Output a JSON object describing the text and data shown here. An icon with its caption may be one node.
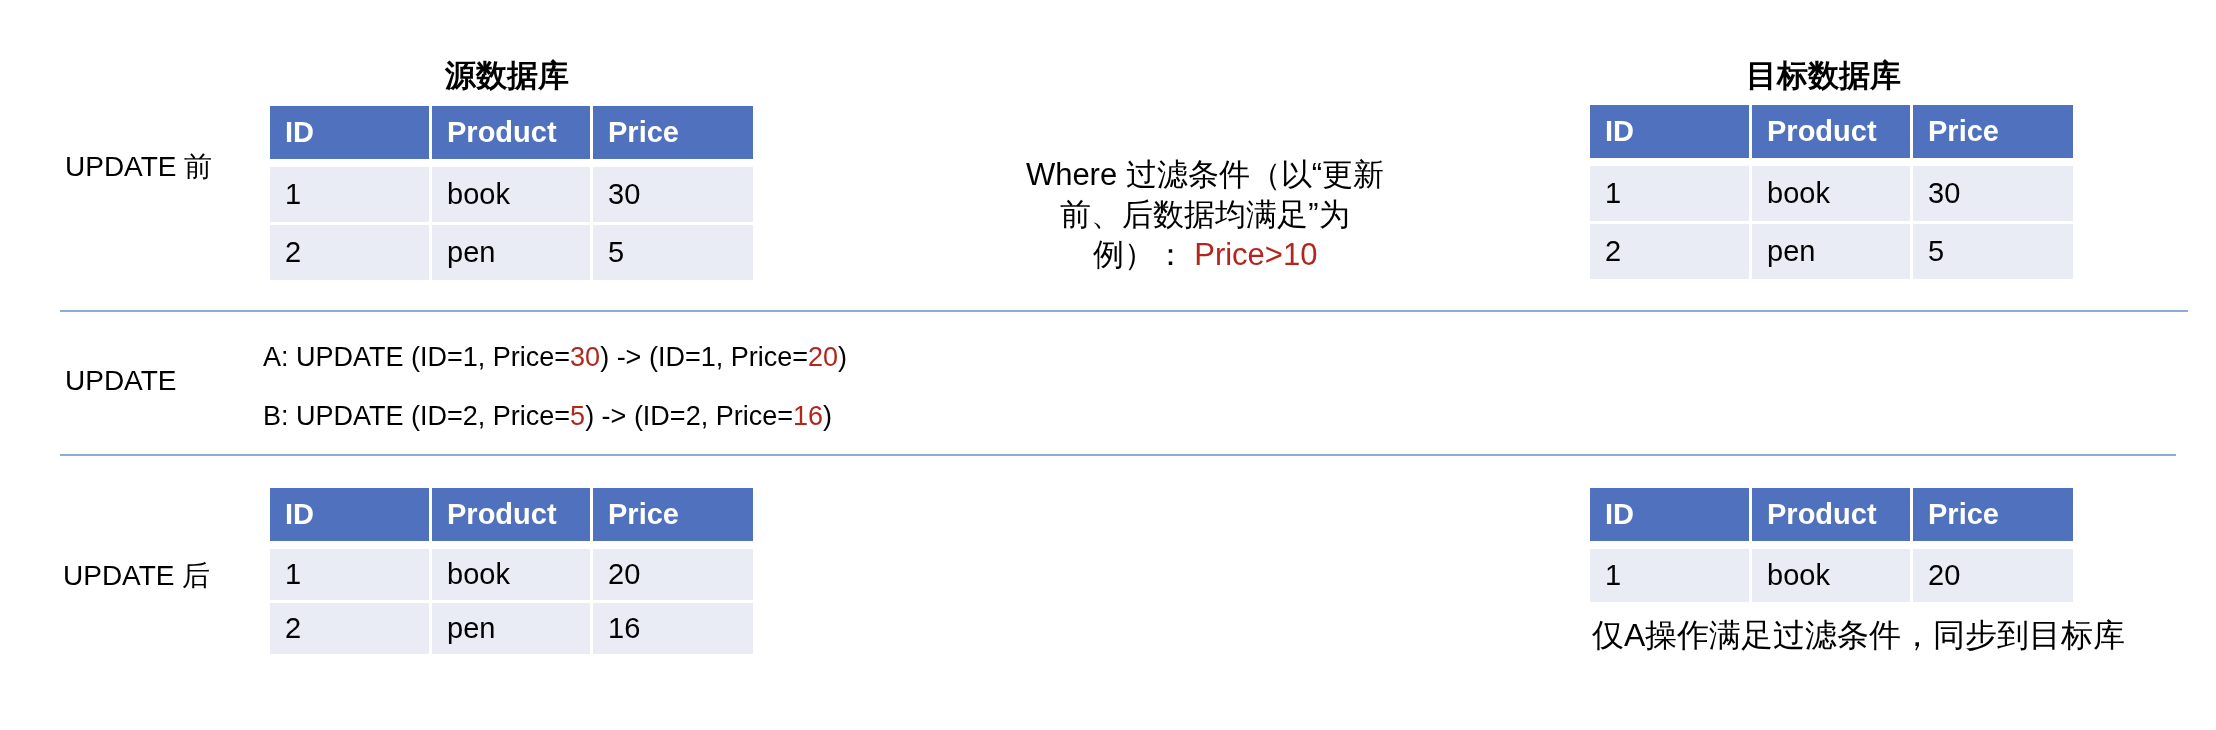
{
  "diagram": {
    "labels": [
      "源数据库",
      "目标数据库",
      "UPDATE 前",
      "ID",
      "Product",
      "Price",
      "1",
      "book",
      "30",
      "2",
      "pen",
      "5",
      "Where 过滤条件（以“更新前、后数据均满足”为例）： Price>10",
      "ID",
      "Product",
      "Price",
      "1",
      "book",
      "30",
      "2",
      "pen",
      "5",
      "UPDATE",
      "A: UPDATE (ID=1, Price=30) -> (ID=1, Price=20)",
      "B: UPDATE (ID=2, Price=5) -> (ID=2, Price=16)",
      "UPDATE 后",
      "ID",
      "Product",
      "Price",
      "1",
      "book",
      "20",
      "2",
      "pen",
      "16",
      "ID",
      "Product",
      "Price",
      "1",
      "book",
      "20",
      "仅A操作满足过滤条件，同步到目标库"
    ]
  }
}
